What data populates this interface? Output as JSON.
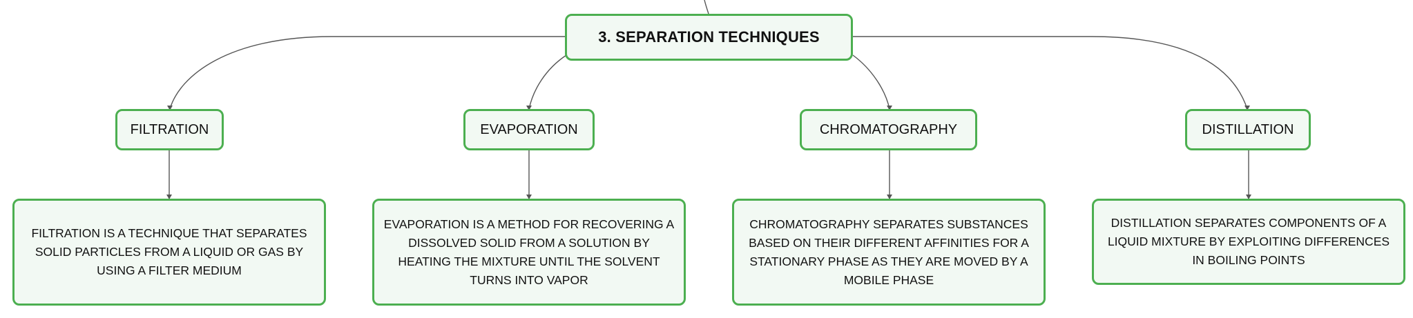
{
  "diagram": {
    "root": {
      "label": "3. SEPARATION TECHNIQUES"
    },
    "topics": [
      {
        "label": "FILTRATION",
        "description": "FILTRATION IS A TECHNIQUE THAT SEPARATES SOLID PARTICLES FROM A LIQUID OR GAS BY USING A FILTER MEDIUM"
      },
      {
        "label": "EVAPORATION",
        "description": "EVAPORATION IS A METHOD FOR RECOVERING A DISSOLVED SOLID FROM A SOLUTION BY HEATING THE MIXTURE UNTIL THE SOLVENT TURNS INTO VAPOR"
      },
      {
        "label": "CHROMATOGRAPHY",
        "description": "CHROMATOGRAPHY SEPARATES SUBSTANCES BASED ON THEIR DIFFERENT AFFINITIES FOR A STATIONARY PHASE AS THEY ARE MOVED BY A MOBILE PHASE"
      },
      {
        "label": "DISTILLATION",
        "description": "DISTILLATION SEPARATES COMPONENTS OF A LIQUID MIXTURE BY EXPLOITING DIFFERENCES IN BOILING POINTS"
      }
    ],
    "colors": {
      "border": "#4caf50",
      "fill": "#f2f9f3",
      "connector": "#555555"
    }
  }
}
